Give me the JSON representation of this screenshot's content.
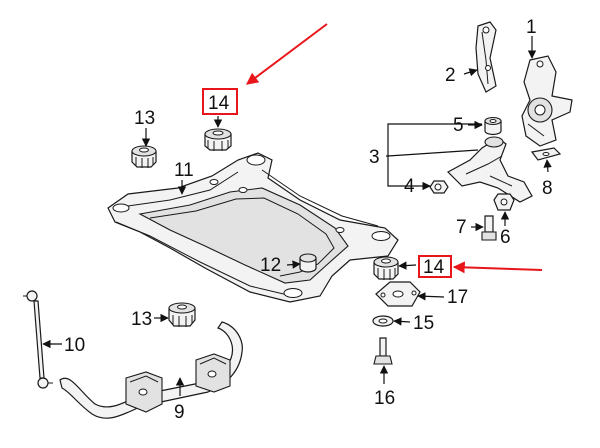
{
  "callouts": {
    "c1": "1",
    "c2": "2",
    "c3": "3",
    "c4": "4",
    "c5": "5",
    "c6": "6",
    "c7": "7",
    "c8": "8",
    "c9": "9",
    "c10": "10",
    "c11": "11",
    "c12": "12",
    "c13a": "13",
    "c13b": "13",
    "c14a": "14",
    "c14b": "14",
    "c15": "15",
    "c16": "16",
    "c17": "17"
  },
  "colors": {
    "highlight": "#e8161b",
    "ink": "#111111",
    "part_fill": "#f3f3f3",
    "background": "#ffffff"
  }
}
